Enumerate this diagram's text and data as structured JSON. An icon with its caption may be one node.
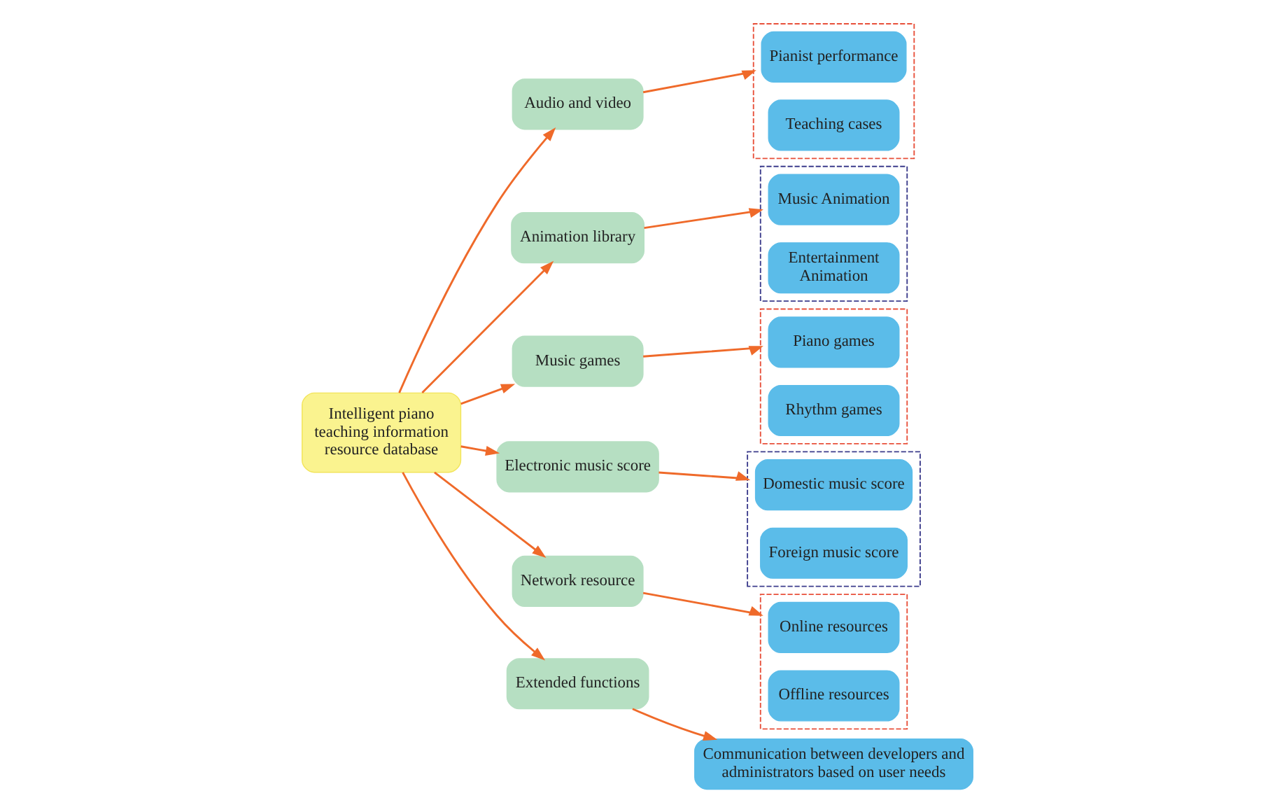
{
  "diagram": {
    "nodes": [
      {
        "text": [
          "Intelligent piano teaching information resource database"
        ]
      },
      {
        "text": [
          "Audio and video"
        ]
      },
      {
        "text": [],
        "shape": "box"
      },
      {
        "text": [
          "Pianist performance"
        ],
        "in": 2
      },
      {
        "text": [
          "Teaching cases"
        ],
        "in": 2
      },
      {
        "text": [
          "Animation library"
        ]
      },
      {
        "text": [],
        "shape": "box"
      },
      {
        "text": [
          "Music Animation"
        ],
        "in": 6
      },
      {
        "text": [
          "Entertainment Animation"
        ],
        "in": 6
      },
      {
        "text": [
          "Music games"
        ]
      },
      {
        "text": [],
        "shape": "box"
      },
      {
        "text": [
          "Piano games"
        ],
        "in": 10
      },
      {
        "text": [
          "Rhythm games"
        ],
        "in": 10
      },
      {
        "text": [
          "Electronic music score"
        ]
      },
      {
        "text": [],
        "shape": "box"
      },
      {
        "text": [
          "Domestic music score"
        ],
        "in": 14
      },
      {
        "text": [
          "Foreign music score"
        ],
        "in": 14
      },
      {
        "text": [
          "Network resource"
        ]
      },
      {
        "text": [],
        "shape": "box"
      },
      {
        "text": [
          "Online resources"
        ],
        "in": 18
      },
      {
        "text": [
          "Offline resources"
        ],
        "in": 18
      },
      {
        "text": [
          "Extended functions"
        ]
      },
      {
        "text": [
          "Communication between developers and administrators based on user needs"
        ]
      }
    ],
    "edges": [
      {
        "from": 0,
        "to": 1,
        "arrow": "to"
      },
      {
        "from": 0,
        "to": 5,
        "arrow": "to"
      },
      {
        "from": 0,
        "to": 9,
        "arrow": "to"
      },
      {
        "from": 0,
        "to": 13,
        "arrow": "to"
      },
      {
        "from": 0,
        "to": 17,
        "arrow": "to"
      },
      {
        "from": 0,
        "to": 21,
        "arrow": "to"
      },
      {
        "from": 1,
        "to": 2,
        "arrow": "to"
      },
      {
        "from": 5,
        "to": 6,
        "arrow": "to"
      },
      {
        "from": 9,
        "to": 10,
        "arrow": "to"
      },
      {
        "from": 13,
        "to": 14,
        "arrow": "to"
      },
      {
        "from": 17,
        "to": 18,
        "arrow": "to"
      },
      {
        "from": 21,
        "to": 22,
        "arrow": "to"
      }
    ]
  }
}
